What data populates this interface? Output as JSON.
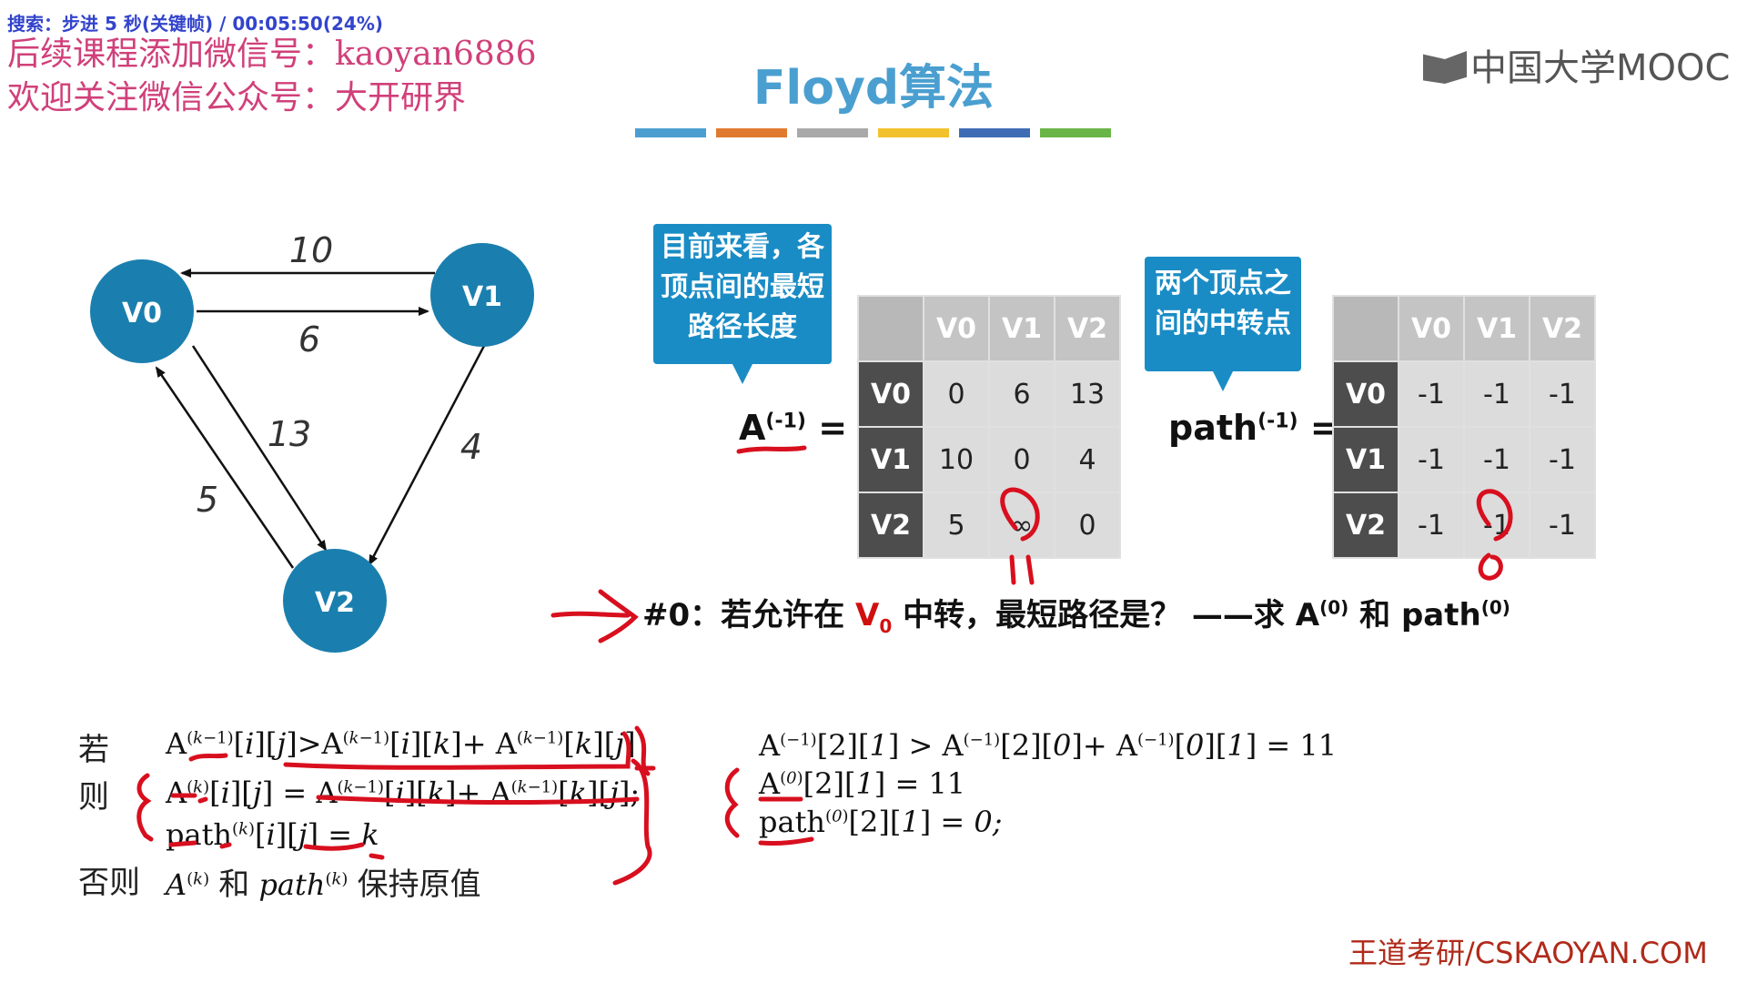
{
  "overlay": {
    "player_info": "搜索：步进 5 秒(关键帧) / 00:05:50(24%)",
    "watermark_line1": "后续课程添加微信号：kaoyan6886",
    "watermark_line2": "欢迎关注微信公众号：大开研界"
  },
  "slide": {
    "title": "Floyd算法",
    "logo_text": "中国大学MOOC",
    "accent_bars": [
      "#4a9fd0",
      "#e07a2e",
      "#a9a9a9",
      "#f2c12e",
      "#3f6db5",
      "#6ab547"
    ],
    "graph": {
      "nodes": [
        "V0",
        "V1",
        "V2"
      ],
      "edges": [
        {
          "from": "V1",
          "to": "V0",
          "weight": "10"
        },
        {
          "from": "V0",
          "to": "V1",
          "weight": "6"
        },
        {
          "from": "V0",
          "to": "V2",
          "weight": "13"
        },
        {
          "from": "V1",
          "to": "V2",
          "weight": "4"
        },
        {
          "from": "V2",
          "to": "V0",
          "weight": "5"
        }
      ],
      "node_color": "#1a7fae"
    },
    "callout_a": [
      "目前来看，各",
      "顶点间的最短",
      "路径长度"
    ],
    "callout_path": [
      "两个顶点之",
      "间的中转点"
    ],
    "a_label": "A",
    "a_sup": "(-1)",
    "path_label": "path",
    "path_sup": "(-1)",
    "eq": "=",
    "headers": [
      "V0",
      "V1",
      "V2"
    ],
    "matrix_a": [
      [
        "0",
        "6",
        "13"
      ],
      [
        "10",
        "0",
        "4"
      ],
      [
        "5",
        "∞",
        "0"
      ]
    ],
    "matrix_path": [
      [
        "-1",
        "-1",
        "-1"
      ],
      [
        "-1",
        "-1",
        "-1"
      ],
      [
        "-1",
        "-1",
        "-1"
      ]
    ],
    "question": {
      "prefix": "#0：若允许在 ",
      "v0": "V",
      "v0_sub": "0",
      "middle": " 中转，最短路径是？ ——求 A",
      "sup0": "(0)",
      "and": " 和 path",
      "sup1": "(0)"
    },
    "rule": {
      "if_label": "若",
      "then_label": "则",
      "else_label": "否则",
      "else_text": "保持原值",
      "else_and": "和"
    },
    "example": {
      "line1": "A(−1)[2][1] > A(−1)[2][0]+ A(−1)[0][1] = 11",
      "line2": "A(0)[2][1] = 11",
      "line3": "path(0)[2][1] = 0;"
    },
    "footer": "王道考研/CSKAOYAN.COM"
  }
}
